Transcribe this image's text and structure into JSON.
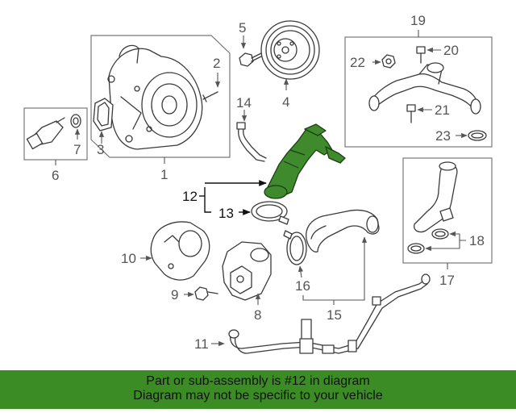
{
  "callouts": {
    "c1": "1",
    "c2": "2",
    "c3": "3",
    "c4": "4",
    "c5": "5",
    "c6": "6",
    "c7": "7",
    "c8": "8",
    "c9": "9",
    "c10": "10",
    "c11": "11",
    "c12": "12",
    "c13": "13",
    "c14": "14",
    "c15": "15",
    "c16": "16",
    "c17": "17",
    "c18": "18",
    "c19": "19",
    "c20": "20",
    "c21": "21",
    "c22": "22",
    "c23": "23"
  },
  "highlight": {
    "part_number": "12",
    "color": "#3b8c24"
  },
  "banner": {
    "line1": "Part or sub-assembly is #12 in diagram",
    "line2": "Diagram may not be specific to your vehicle"
  }
}
